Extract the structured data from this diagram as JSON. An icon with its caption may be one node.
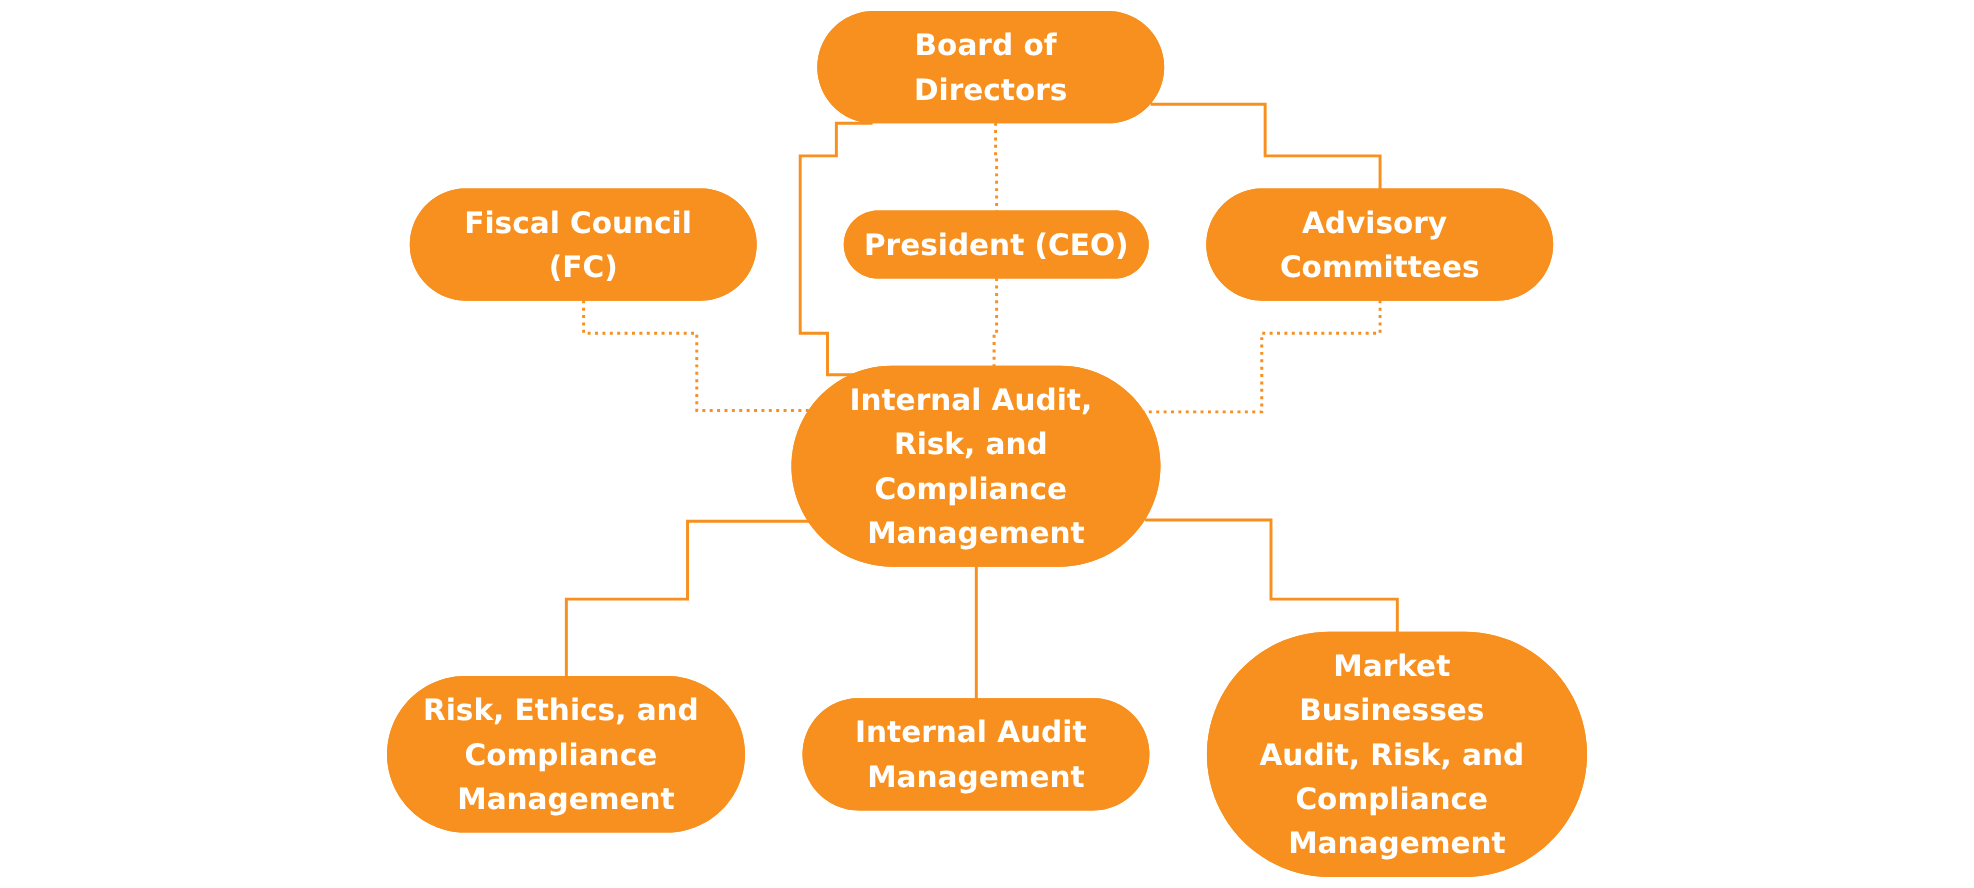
{
  "diagram": {
    "nodes": [
      {
        "text": [
          "Fiscal Council (FC)"
        ]
      },
      {
        "text": [
          "Board of Directors"
        ]
      },
      {
        "text": [
          "Advisory Committees"
        ]
      },
      {
        "text": [
          "President (CEO)"
        ]
      },
      {
        "text": [
          "Internal Audit, Risk, and Compliance Management"
        ]
      },
      {
        "text": [
          "Risk, Ethics, and Compliance Management"
        ]
      },
      {
        "text": [
          "Internal Audit Management"
        ]
      },
      {
        "text": [
          "Market Businesses Audit, Risk, and Compliance Management"
        ]
      }
    ],
    "edges": [
      {
        "from": 1,
        "to": 2,
        "arrow": "none"
      },
      {
        "from": 1,
        "to": 3,
        "arrow": "none",
        "style": "dashed"
      },
      {
        "from": 0,
        "to": 4,
        "arrow": "none",
        "style": "dashed"
      },
      {
        "from": 1,
        "to": 4,
        "arrow": "none"
      },
      {
        "from": 3,
        "to": 4,
        "arrow": "none",
        "style": "dashed"
      },
      {
        "from": 2,
        "to": 4,
        "arrow": "none",
        "style": "dashed"
      },
      {
        "from": 4,
        "to": 5,
        "arrow": "none"
      },
      {
        "from": 4,
        "to": 6,
        "arrow": "none"
      },
      {
        "from": 4,
        "to": 7,
        "arrow": "none"
      }
    ]
  }
}
